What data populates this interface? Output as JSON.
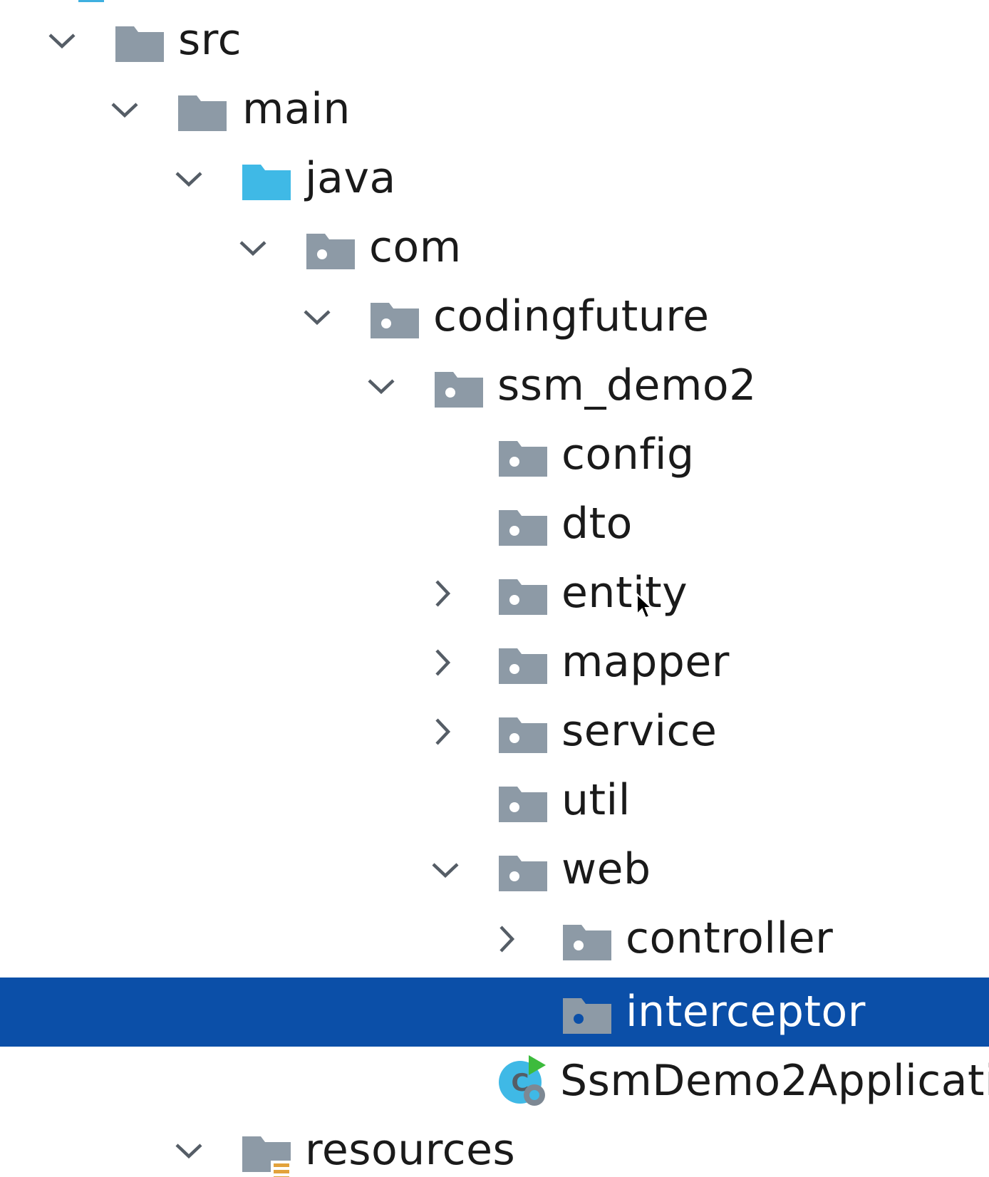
{
  "tree": {
    "items": [
      {
        "label": "src",
        "expanded": true,
        "icon": "folder-icon"
      },
      {
        "label": "main",
        "expanded": true,
        "icon": "folder-icon"
      },
      {
        "label": "java",
        "expanded": true,
        "icon": "source-root-folder-icon"
      },
      {
        "label": "com",
        "expanded": true,
        "icon": "package-icon"
      },
      {
        "label": "codingfuture",
        "expanded": true,
        "icon": "package-icon"
      },
      {
        "label": "ssm_demo2",
        "expanded": true,
        "icon": "package-icon"
      },
      {
        "label": "config",
        "icon": "package-icon"
      },
      {
        "label": "dto",
        "icon": "package-icon"
      },
      {
        "label": "entity",
        "expanded": false,
        "icon": "package-icon"
      },
      {
        "label": "mapper",
        "expanded": false,
        "icon": "package-icon"
      },
      {
        "label": "service",
        "expanded": false,
        "icon": "package-icon"
      },
      {
        "label": "util",
        "icon": "package-icon"
      },
      {
        "label": "web",
        "expanded": true,
        "icon": "package-icon"
      },
      {
        "label": "controller",
        "expanded": false,
        "icon": "package-icon"
      },
      {
        "label": "interceptor",
        "selected": true,
        "icon": "package-icon"
      },
      {
        "label": "SsmDemo2Applicati",
        "icon": "spring-boot-application-class-icon"
      },
      {
        "label": "resources",
        "expanded": true,
        "icon": "resources-folder-icon"
      }
    ]
  },
  "colors": {
    "selection": "#0b4fa8",
    "folder_gray": "#8d9aa6",
    "source_root_blue": "#3fb9e6",
    "resources_stripe": "#e2a23b",
    "spring_green": "#3dbb3d"
  }
}
